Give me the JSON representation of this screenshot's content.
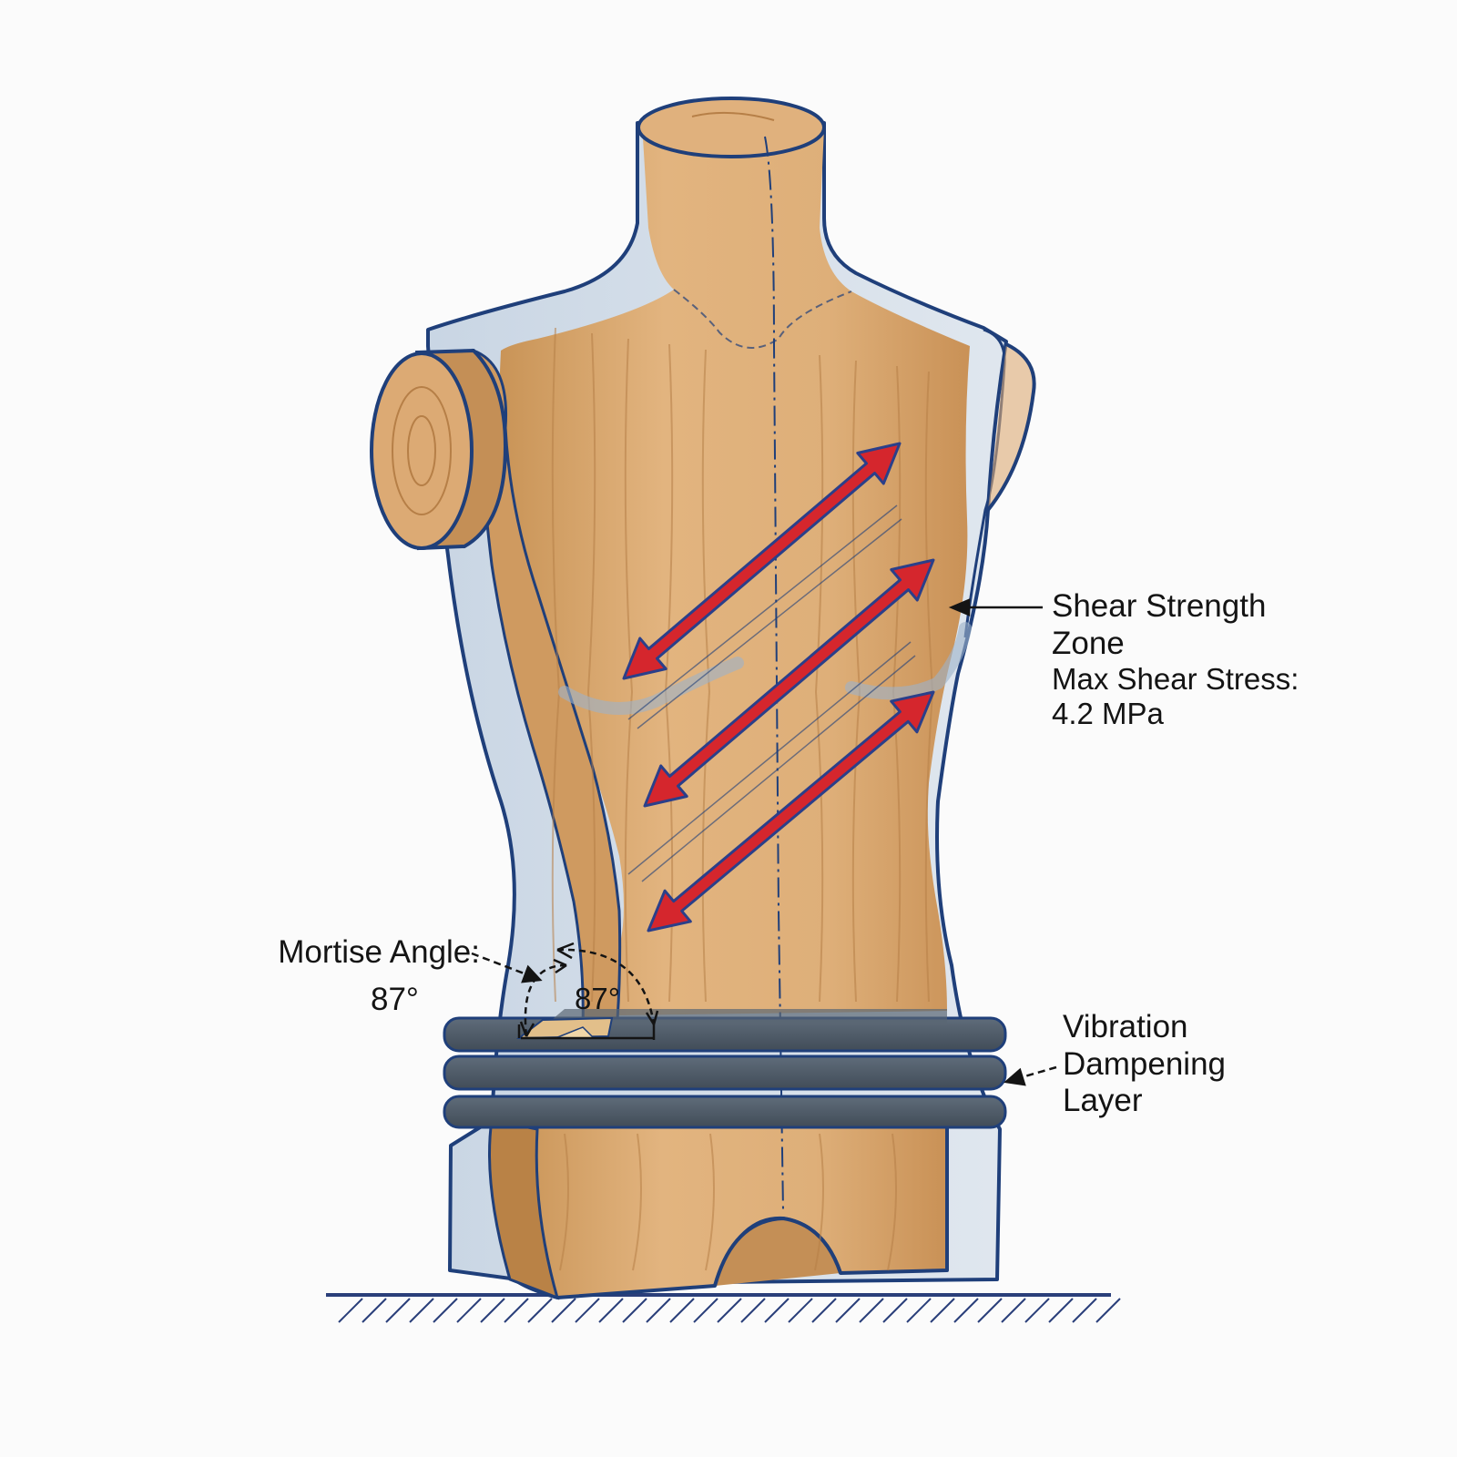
{
  "annotations": {
    "shear_zone": {
      "title": "Shear Strength Zone",
      "title_line1": "Shear Strength",
      "title_line2": "Zone",
      "stress_label": "Max Shear Stress:",
      "stress_value": "4.2 MPa"
    },
    "vibration_layer": {
      "line1": "Vibration",
      "line2": "Dampening",
      "line3": "Layer"
    },
    "mortise": {
      "label": "Mortise Angle:",
      "value": "87°",
      "inner_value": "87°"
    }
  },
  "colors": {
    "wood": "#dcaa74",
    "wood_dark": "#c48f56",
    "grain": "#b67f47",
    "shell": "#a9bfd6",
    "outline": "#1f3f7a",
    "arrow": "#d5262d",
    "arrow_edge": "#2a3f8a",
    "dampening_layer": "#4d5a68",
    "ground": "#2a3f7a"
  },
  "icons": {
    "stress_arrow": "double-headed-arrow-icon",
    "leader_arrow": "leader-arrow-icon",
    "angle_arc": "angle-arc-icon",
    "ground": "ground-hatch-icon"
  }
}
